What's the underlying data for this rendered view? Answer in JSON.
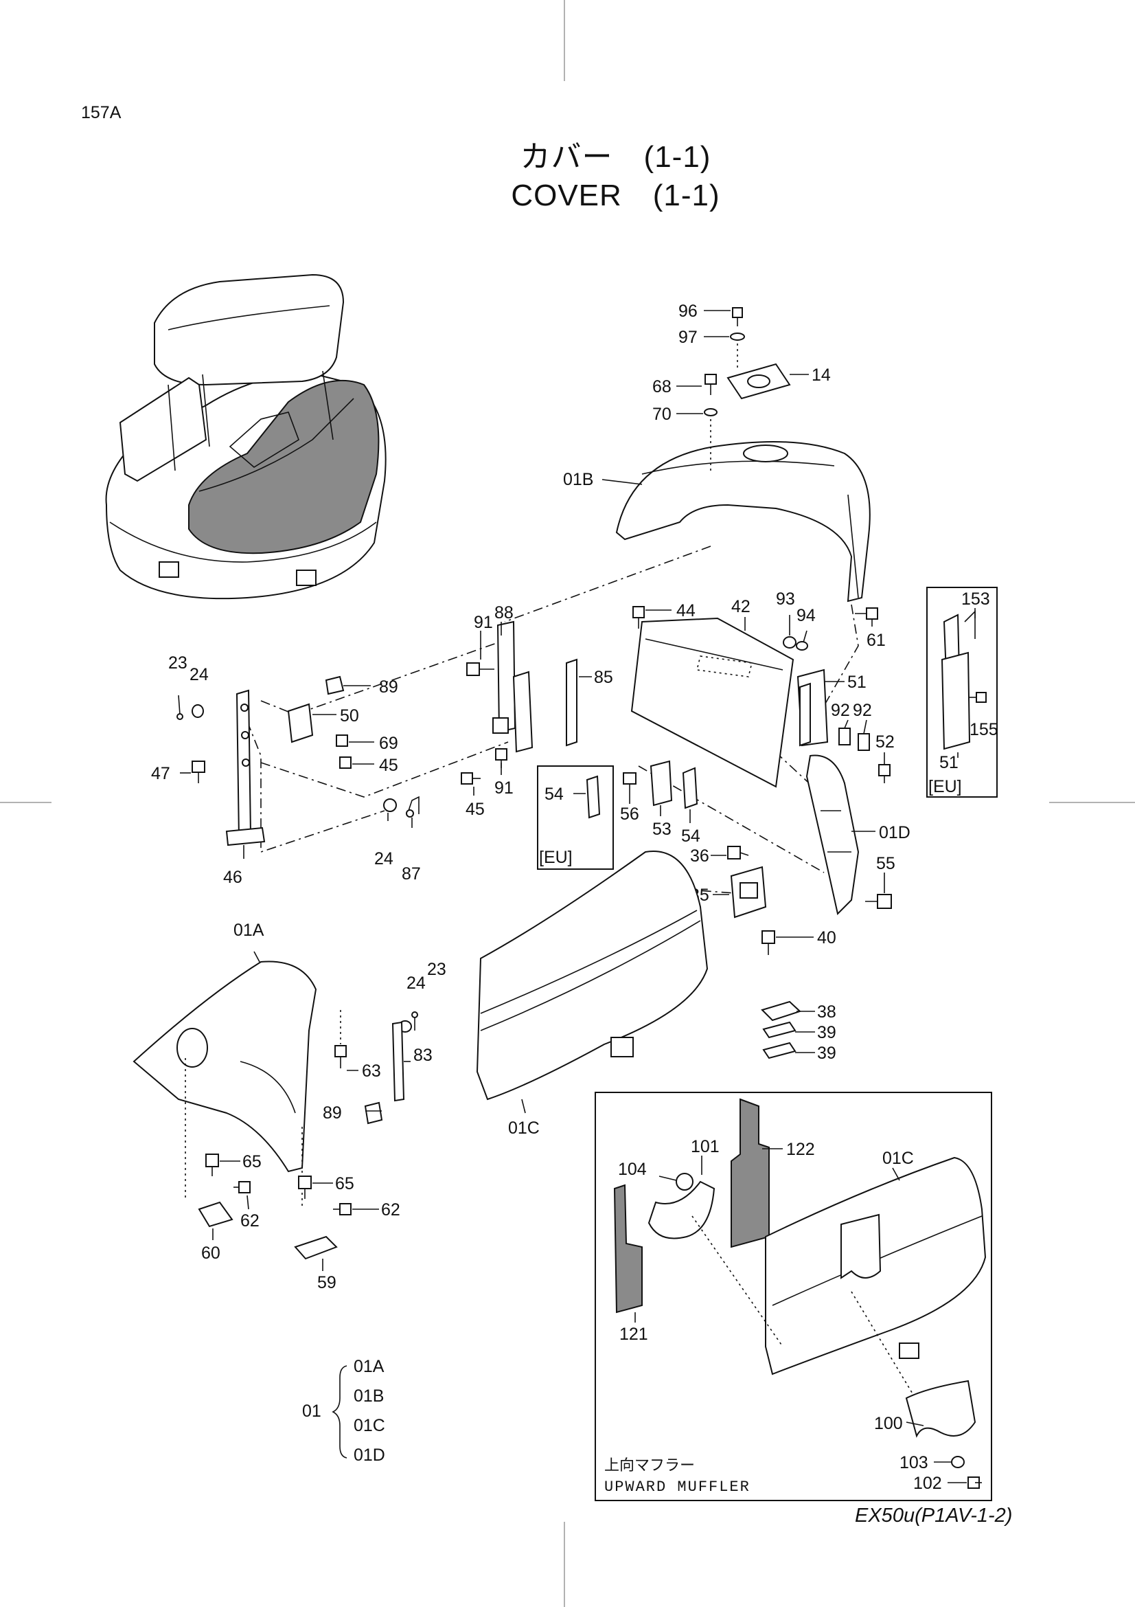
{
  "page": {
    "number": "157A",
    "footer": "EX50u(P1AV-1-2)"
  },
  "title": {
    "jp": "カバー　(1-1)",
    "en": "COVER　(1-1)"
  },
  "callouts": {
    "c96": "96",
    "c97": "97",
    "c14": "14",
    "c68": "68",
    "c70": "70",
    "c01B": "01B",
    "c44": "44",
    "c42": "42",
    "c93": "93",
    "c94": "94",
    "c61": "61",
    "c51": "51",
    "c92a": "92",
    "c92b": "92",
    "c52": "52",
    "c91a": "91",
    "c88": "88",
    "c85": "85",
    "c23a": "23",
    "c24a": "24",
    "c89a": "89",
    "c50": "50",
    "c69": "69",
    "c45a": "45",
    "c47": "47",
    "c45b": "45",
    "c91b": "91",
    "c24b": "24",
    "c87": "87",
    "c46": "46",
    "c56": "56",
    "c53": "53",
    "c54b": "54",
    "c01D": "01D",
    "c55": "55",
    "c36": "36",
    "c35": "35",
    "c40": "40",
    "c38": "38",
    "c39a": "39",
    "c39b": "39",
    "c01A": "01A",
    "c24c": "24",
    "c23b": "23",
    "c63": "63",
    "c83": "83",
    "c89b": "89",
    "c01C": "01C",
    "c65a": "65",
    "c62a": "62",
    "c60": "60",
    "c65b": "65",
    "c62b": "62",
    "c59": "59"
  },
  "eu_box_1": {
    "label": "[EU]",
    "c153": "153",
    "c155": "155",
    "c51": "51"
  },
  "eu_box_2": {
    "label": "[EU]",
    "c54": "54"
  },
  "upward_muffler": {
    "jp": "上向マフラー",
    "en": "UPWARD  MUFFLER",
    "c101": "101",
    "c122": "122",
    "c01C": "01C",
    "c104": "104",
    "c121": "121",
    "c100": "100",
    "c103": "103",
    "c102": "102"
  },
  "assembly_legend": {
    "group": "01",
    "items": [
      "01A",
      "01B",
      "01C",
      "01D"
    ]
  }
}
